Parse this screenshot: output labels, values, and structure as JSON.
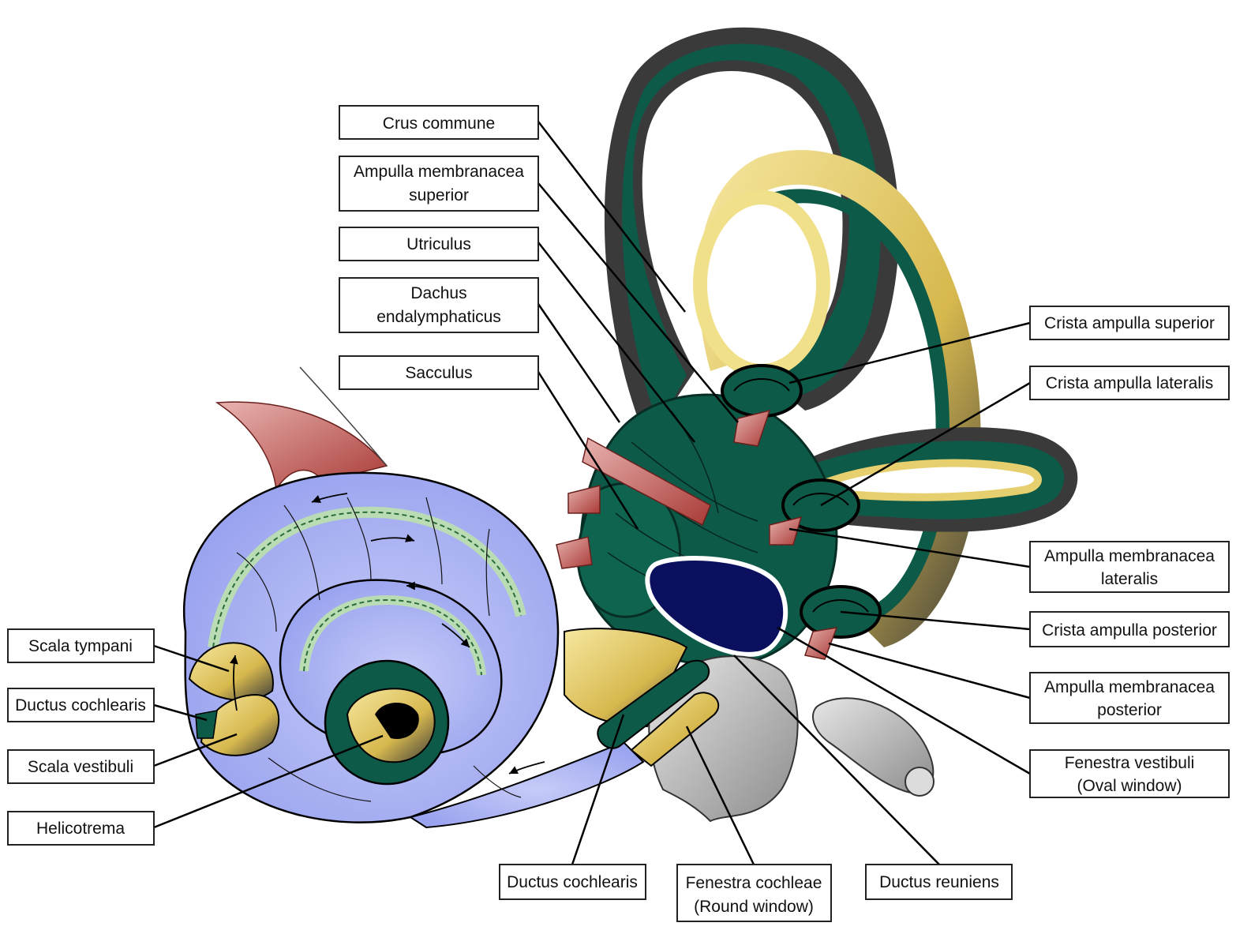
{
  "colors": {
    "membrane_green": "#0e5a48",
    "bone_yellow": "#f1e08a",
    "cochlea_blue": "#a9b1f3",
    "muscle_red": "#b5433f",
    "oval_window": "#0a0f5e",
    "grey_bone": "#b9b9b9"
  },
  "labels": {
    "crus_commune": [
      "Crus commune"
    ],
    "ampulla_sup": [
      "Ampulla membranacea",
      "superior"
    ],
    "utriculus": [
      "Utriculus"
    ],
    "dachus": [
      "Dachus",
      "endalymphaticus"
    ],
    "sacculus": [
      "Sacculus"
    ],
    "crista_sup": [
      "Crista ampulla superior"
    ],
    "crista_lat": [
      "Crista ampulla lateralis"
    ],
    "ampulla_lat": [
      "Ampulla membranacea",
      "lateralis"
    ],
    "crista_post": [
      "Crista ampulla posterior"
    ],
    "ampulla_post": [
      "Ampulla membranacea",
      "posterior"
    ],
    "fen_vest": [
      "Fenestra vestibuli",
      "(Oval window)"
    ],
    "scala_tymp": [
      "Scala tympani"
    ],
    "duct_coch_left": [
      "Ductus cochlearis"
    ],
    "scala_vest": [
      "Scala vestibuli"
    ],
    "helicotrema": [
      "Helicotrema"
    ],
    "duct_coch_bottom": [
      "Ductus cochlearis"
    ],
    "fen_coch": [
      "Fenestra cochleae",
      "(Round window)"
    ],
    "duct_reun": [
      "Ductus reuniens"
    ]
  }
}
